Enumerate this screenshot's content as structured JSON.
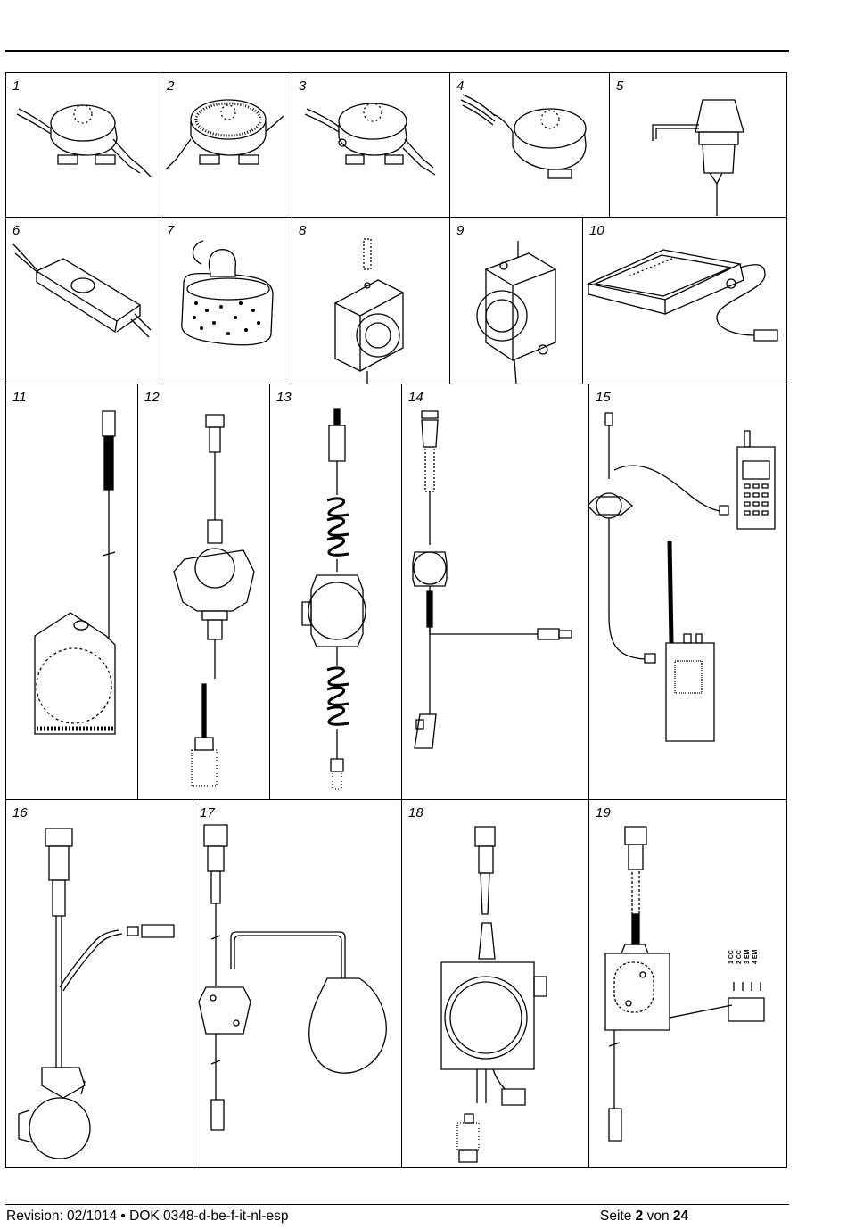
{
  "figures": [
    {
      "number": "1"
    },
    {
      "number": "2"
    },
    {
      "number": "3"
    },
    {
      "number": "4"
    },
    {
      "number": "5"
    },
    {
      "number": "6"
    },
    {
      "number": "7"
    },
    {
      "number": "8"
    },
    {
      "number": "9"
    },
    {
      "number": "10"
    },
    {
      "number": "11"
    },
    {
      "number": "12"
    },
    {
      "number": "13"
    },
    {
      "number": "14"
    },
    {
      "number": "15"
    },
    {
      "number": "16"
    },
    {
      "number": "17"
    },
    {
      "number": "18"
    },
    {
      "number": "19"
    }
  ],
  "diagram_labels": {
    "fig19_switch": [
      "1 CC",
      "2 CC",
      "3 EM",
      "4 EM"
    ]
  },
  "footer": {
    "revision": "Revision: 02/1014 • DOK 0348-d-be-f-it-nl-esp",
    "page_prefix": "Seite",
    "page_current": "2",
    "page_sep": "von",
    "page_total": "24"
  }
}
